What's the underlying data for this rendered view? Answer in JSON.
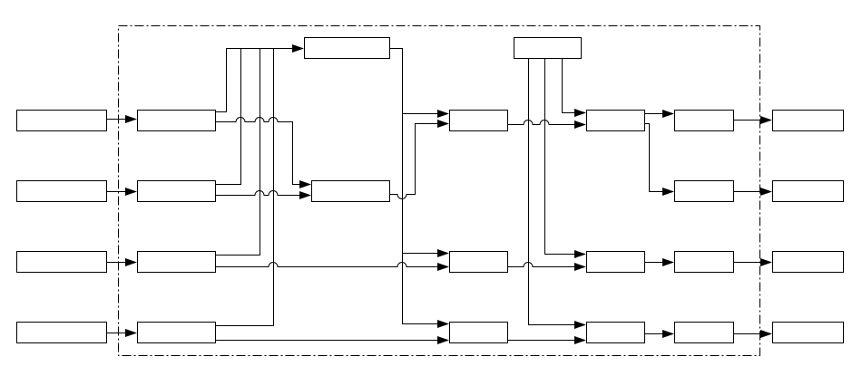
{
  "diagram": {
    "type": "block-diagram",
    "labels_visible": false,
    "blocks": [
      {
        "id": "in-1",
        "label": ""
      },
      {
        "id": "in-2",
        "label": ""
      },
      {
        "id": "in-3",
        "label": ""
      },
      {
        "id": "in-4",
        "label": ""
      },
      {
        "id": "stage1-1",
        "label": ""
      },
      {
        "id": "stage1-2",
        "label": ""
      },
      {
        "id": "stage1-3",
        "label": ""
      },
      {
        "id": "stage1-4",
        "label": ""
      },
      {
        "id": "hub-top",
        "label": ""
      },
      {
        "id": "hub-middle",
        "label": ""
      },
      {
        "id": "mix-1",
        "label": ""
      },
      {
        "id": "mix-2",
        "label": ""
      },
      {
        "id": "mix-3",
        "label": ""
      },
      {
        "id": "control-top",
        "label": ""
      },
      {
        "id": "proc-1",
        "label": ""
      },
      {
        "id": "proc-2",
        "label": ""
      },
      {
        "id": "proc-3",
        "label": ""
      },
      {
        "id": "amp-1",
        "label": ""
      },
      {
        "id": "amp-2",
        "label": ""
      },
      {
        "id": "amp-3",
        "label": ""
      },
      {
        "id": "amp-4",
        "label": ""
      },
      {
        "id": "out-1",
        "label": ""
      },
      {
        "id": "out-2",
        "label": ""
      },
      {
        "id": "out-3",
        "label": ""
      },
      {
        "id": "out-4",
        "label": ""
      }
    ]
  }
}
